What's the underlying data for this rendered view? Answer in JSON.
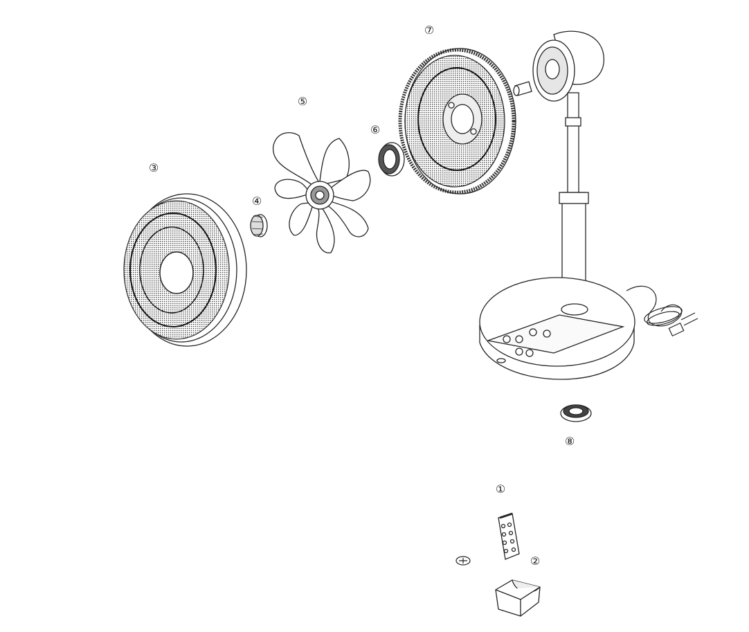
{
  "callouts": {
    "remote": "①",
    "wall_holder": "②",
    "front_guard": "③",
    "spinner_cap": "④",
    "blade": "⑤",
    "rear_guard_nut": "⑥",
    "rear_guard": "⑦",
    "pole_nut": "⑧"
  },
  "colors": {
    "line": "#222222",
    "mesh": "#333333",
    "face": "#ffffff",
    "shade": "#cfcfcf"
  }
}
